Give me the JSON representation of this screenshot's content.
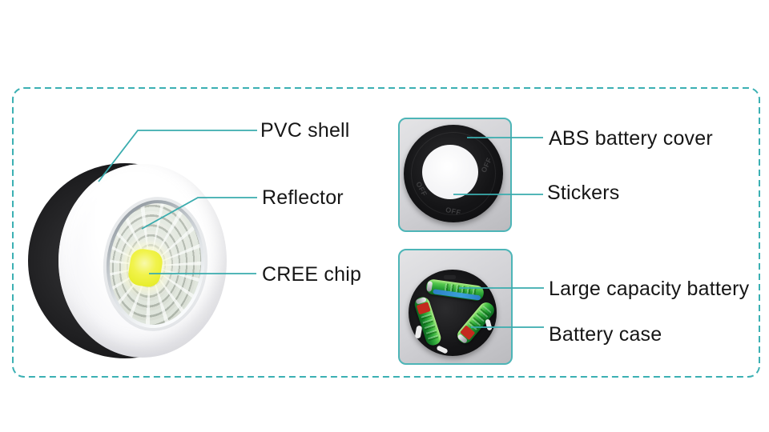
{
  "figure": {
    "description": "Exploded parts diagram of a round COB LED tap puck light with callout labels",
    "battery_count_visible": 3
  },
  "colors": {
    "accent_line": "#3aacae",
    "frame_dash": "#3bb0b3",
    "photo_box_border": "#4db5b7",
    "label_text": "#161616",
    "chip_yellow": "#f1f34c",
    "battery_green": "#2fa83a"
  },
  "labels": {
    "pvc_shell": "PVC shell",
    "reflector": "Reflector",
    "cree_chip": "CREE chip",
    "abs_battery_cover": "ABS battery cover",
    "stickers": "Stickers",
    "large_capacity_battery": "Large capacity battery",
    "battery_case": "Battery case"
  },
  "photos": {
    "battery_cover": {
      "embossed_text": "OFF"
    }
  }
}
